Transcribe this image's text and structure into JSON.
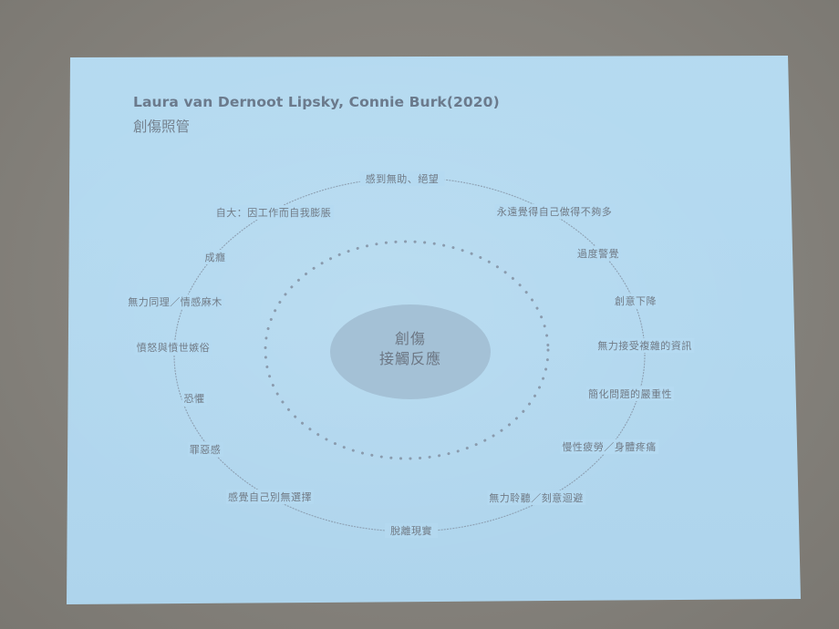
{
  "slide": {
    "title_en": "Laura van Dernoot Lipsky, Connie Burk(2020)",
    "title_zh": "創傷照管"
  },
  "diagram": {
    "center": {
      "line1": "創傷",
      "line2": "接觸反應"
    },
    "nodes": [
      {
        "id": "top",
        "label": "感到無助、絕望"
      },
      {
        "id": "right-1",
        "label": "永遠覺得自己做得不夠多"
      },
      {
        "id": "right-2",
        "label": "過度警覺"
      },
      {
        "id": "right-3",
        "label": "創意下降"
      },
      {
        "id": "right-4",
        "label": "無力接受複雜的資訊"
      },
      {
        "id": "right-5",
        "label": "簡化問題的嚴重性"
      },
      {
        "id": "right-6",
        "label": "慢性疲勞／身體疼痛"
      },
      {
        "id": "right-7",
        "label": "無力聆聽／刻意迴避"
      },
      {
        "id": "bottom",
        "label": "脫離現實"
      },
      {
        "id": "left-7",
        "label": "感覺自己別無選擇"
      },
      {
        "id": "left-6",
        "label": "罪惡感"
      },
      {
        "id": "left-5",
        "label": "恐懼"
      },
      {
        "id": "left-4",
        "label": "憤怒與憤世嫉俗"
      },
      {
        "id": "left-3",
        "label": "無力同理／情感麻木"
      },
      {
        "id": "left-2",
        "label": "成癮"
      },
      {
        "id": "left-1",
        "label": "自大：因工作而自我膨脹"
      }
    ]
  },
  "colors": {
    "slide_bg": "#b4d9f0",
    "text": "#717b86",
    "title": "#6b7a8c",
    "center_fill": "#a3c2d8",
    "ring": "#8496a8",
    "wall": "#86837d"
  }
}
